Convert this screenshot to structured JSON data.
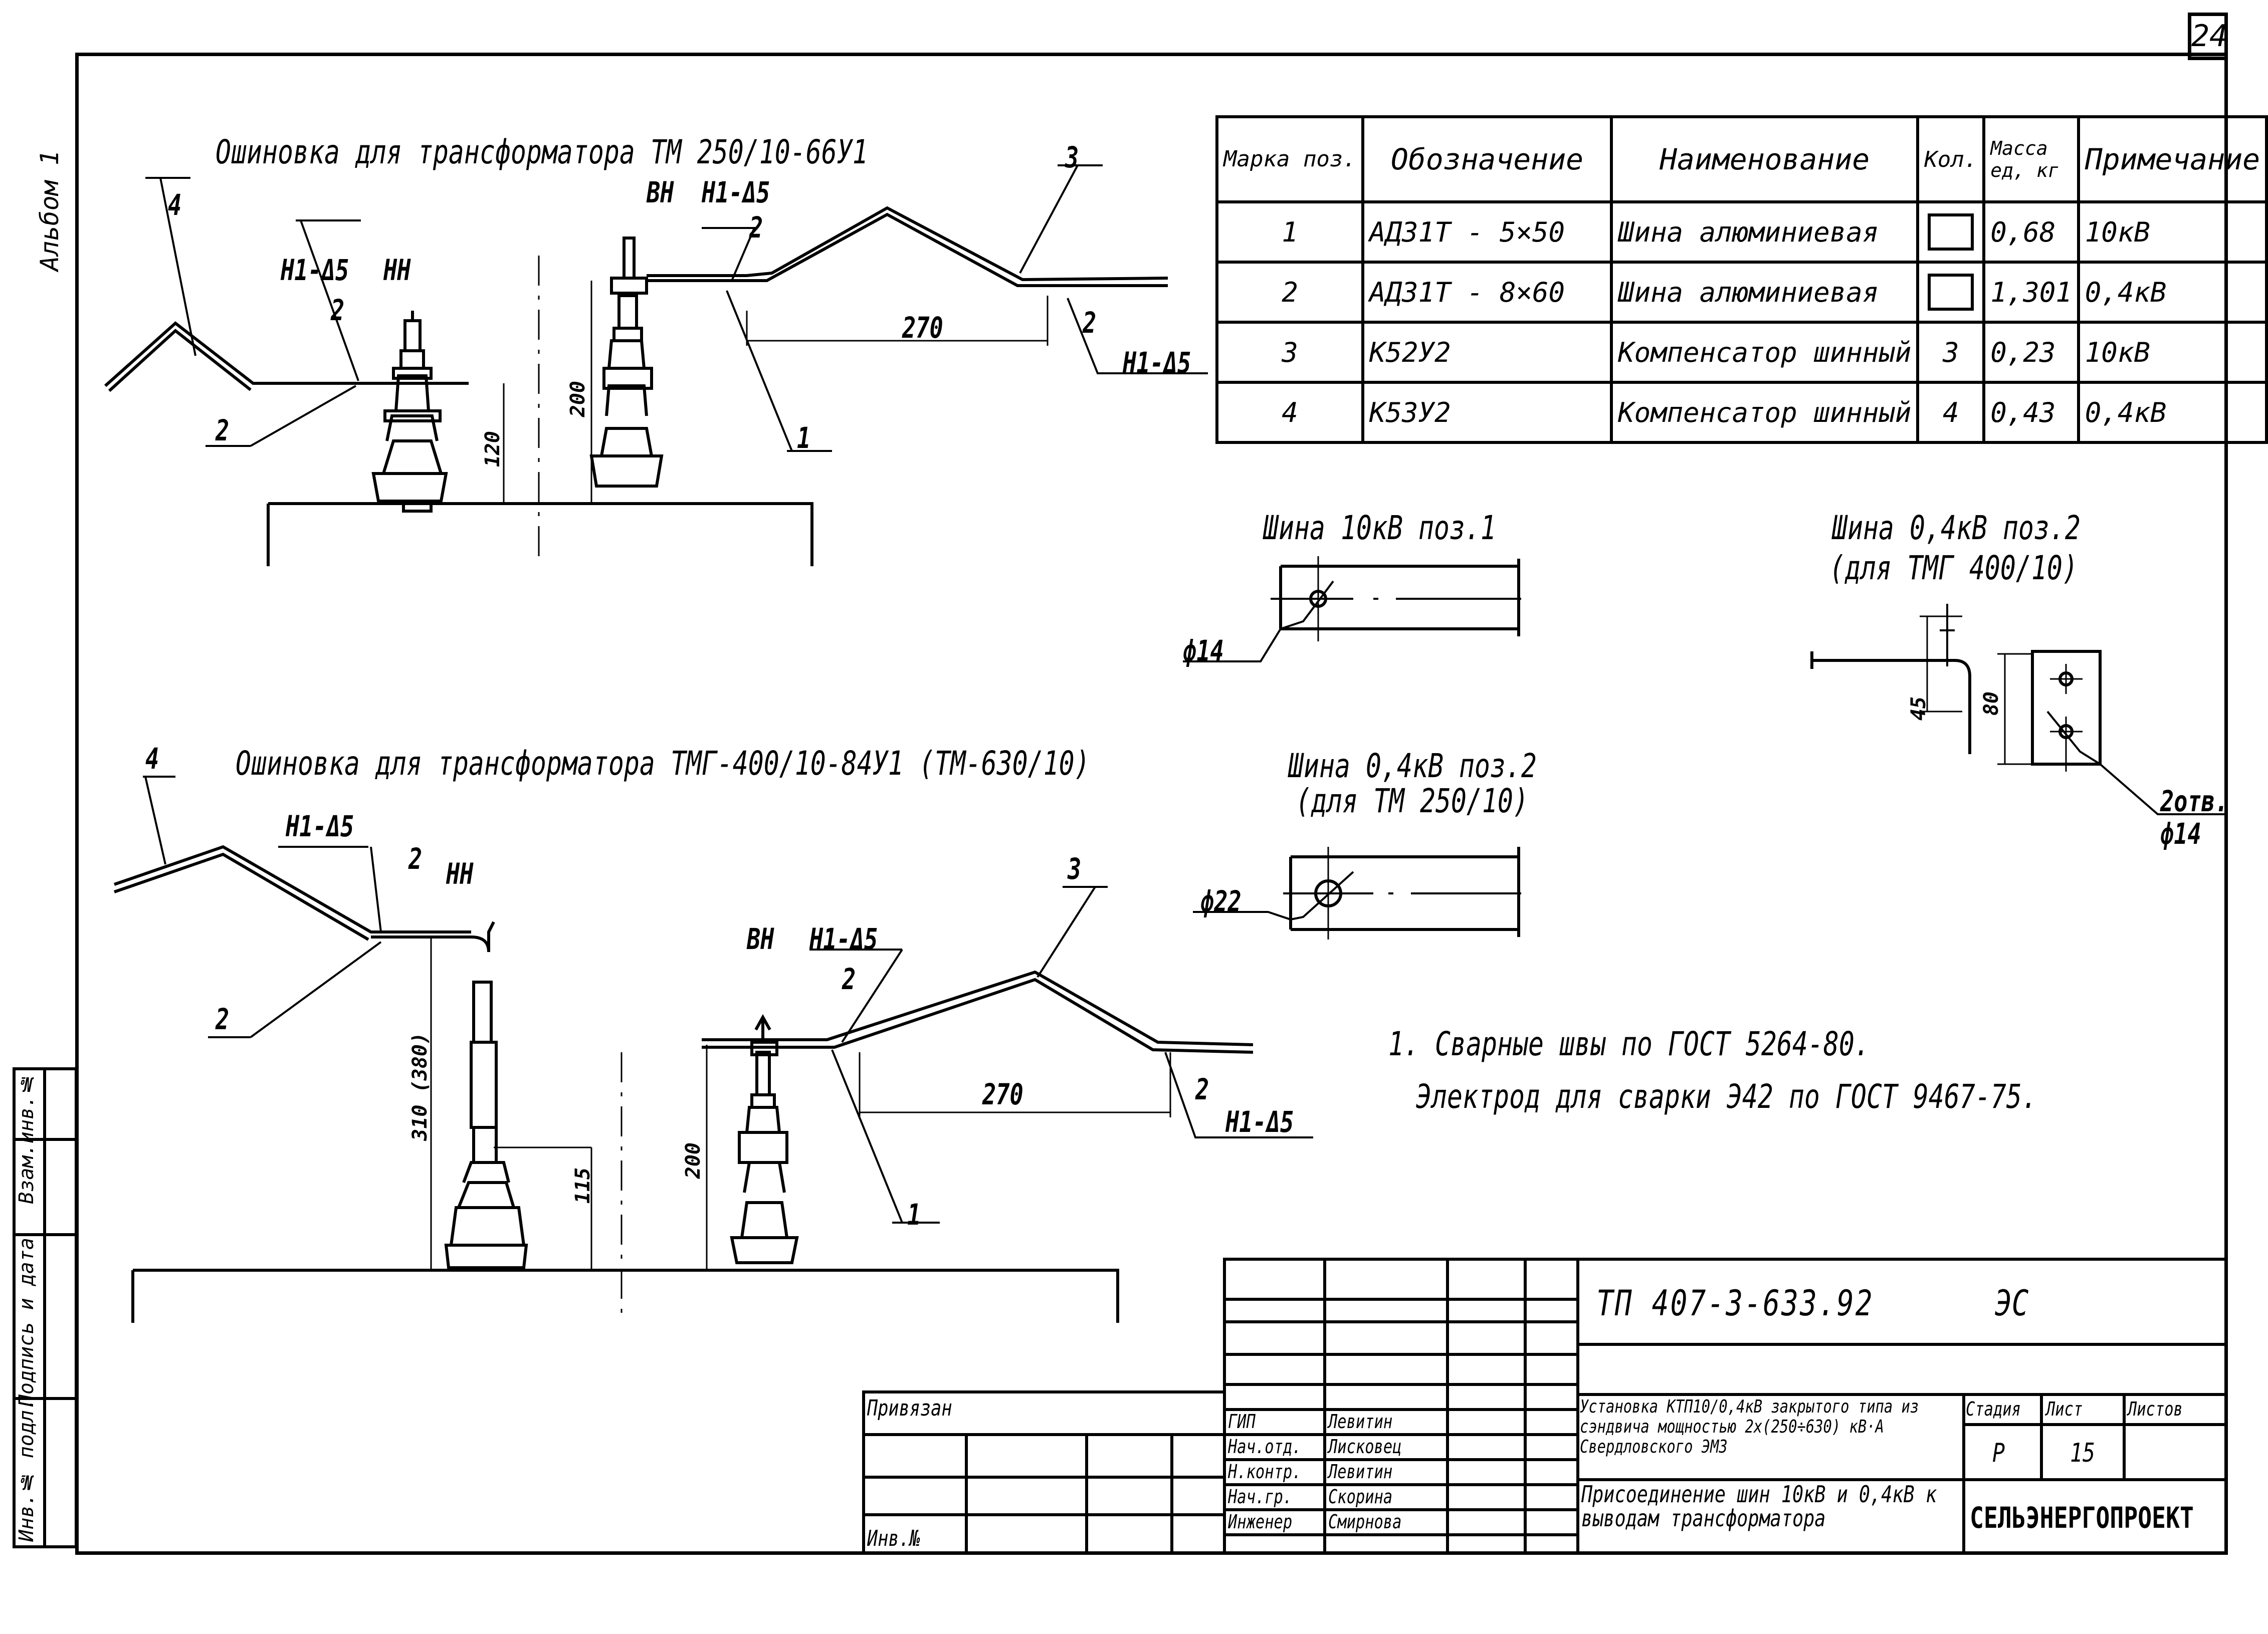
{
  "sheet_number": "24",
  "album_label": "Альбом 1",
  "drawing1": {
    "title": "Ошиновка для трансформатора ТМ 250/10-66У1",
    "labels": {
      "pos4": "4",
      "pos3": "3",
      "pos2a": "2",
      "pos2b": "2",
      "pos2c": "2",
      "pos2d": "2",
      "pos1": "1",
      "weld_nn": "Н1-Δ5",
      "nn": "НН",
      "vn": "ВН",
      "weld_vn": "Н1-Δ5",
      "weld_right": "Н1-Δ5",
      "dim_270": "270",
      "dim_200": "200",
      "dim_120": "120"
    }
  },
  "drawing2": {
    "title": "Ошиновка для трансформатора ТМГ-400/10-84У1 (ТМ-630/10)",
    "labels": {
      "pos4": "4",
      "pos3": "3",
      "pos2a": "2",
      "pos2b": "2",
      "pos2c": "2",
      "pos2d": "2",
      "pos1": "1",
      "weld_nn": "Н1-Δ5",
      "nn": "НН",
      "vn": "ВН",
      "weld_vn": "Н1-Δ5",
      "weld_right": "Н1-Δ5",
      "dim_270": "270",
      "dim_200": "200",
      "dim_115": "115",
      "dim_310": "310 (380)"
    }
  },
  "spec_table": {
    "headers": [
      "Марка поз.",
      "Обозначение",
      "Наименование",
      "Кол.",
      "Масса ед, кг",
      "Примечание"
    ],
    "rows": [
      {
        "pos": "1",
        "designation": "АД31Т - 5×50",
        "name": "Шина алюминиевая",
        "qty": "",
        "qty_box": true,
        "mass": "0,68",
        "note": "10кВ"
      },
      {
        "pos": "2",
        "designation": "АД31Т - 8×60",
        "name": "Шина алюминиевая",
        "qty": "",
        "qty_box": true,
        "mass": "1,301",
        "note": "0,4кВ"
      },
      {
        "pos": "3",
        "designation": "К52У2",
        "name": "Компенсатор шинный",
        "qty": "3",
        "qty_box": false,
        "mass": "0,23",
        "note": "10кВ"
      },
      {
        "pos": "4",
        "designation": "К53У2",
        "name": "Компенсатор шинный",
        "qty": "4",
        "qty_box": false,
        "mass": "0,43",
        "note": "0,4кВ"
      }
    ]
  },
  "details": {
    "bus10": {
      "title": "Шина 10кВ поз.1",
      "hole": "ф14"
    },
    "bus04_tm250": {
      "title": "Шина 0,4кВ поз.2",
      "subtitle": "(для ТМ 250/10)",
      "hole": "ф22"
    },
    "bus04_tmg400": {
      "title": "Шина 0,4кВ поз.2",
      "subtitle": "(для ТМГ 400/10)",
      "dim_45": "45",
      "dim_80": "80",
      "holes_label": "2отв.",
      "holes_dia": "ф14"
    }
  },
  "notes": [
    "1. Сварные швы по ГОСТ 5264-80.",
    "Электрод для сварки Э42 по ГОСТ 9467-75."
  ],
  "title_block": {
    "doc_code": "ТП 407-3-633.92",
    "doc_mark": "ЭС",
    "bound_label": "Привязан",
    "inv_label": "Инв.№",
    "project_name": "Установка КТП10/0,4кВ закрытого типа из сэндвича мощностью 2х(250÷630) кВ·А Свердловского ЭМЗ",
    "sheet_title": "Присоединение шин 10кВ и 0,4кВ к выводам трансформатора",
    "stage_label": "Стадия",
    "sheet_label": "Лист",
    "sheets_label": "Листов",
    "stage": "Р",
    "sheet": "15",
    "sheets": "",
    "organization": "СЕЛЬЭНЕРГОПРОЕКТ",
    "signatures": [
      {
        "role": "ГИП",
        "name": "Левитин"
      },
      {
        "role": "Нач.отд.",
        "name": "Лисковец"
      },
      {
        "role": "Н.контр.",
        "name": "Левитин"
      },
      {
        "role": "Нач.гр.",
        "name": "Скорина"
      },
      {
        "role": "Инженер",
        "name": "Смирнова"
      }
    ]
  },
  "side_stamp": {
    "inv_orig": "Инв.№ подл.",
    "sign_date": "Подпись и дата",
    "replace_inv": "Взам.инв.№"
  }
}
